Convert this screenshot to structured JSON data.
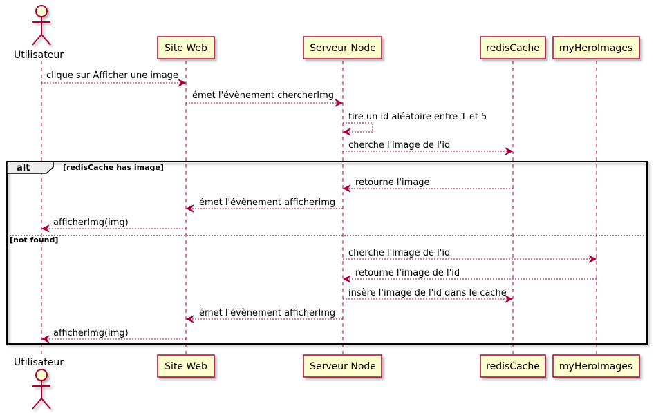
{
  "colors": {
    "line": "#A80036",
    "participant_fill": "#FEFECE",
    "frame": "#000000",
    "text": "#000000"
  },
  "actor": {
    "name": "Utilisateur",
    "icon": "stick-figure-icon"
  },
  "participants": [
    {
      "id": "site",
      "name": "Site Web"
    },
    {
      "id": "node",
      "name": "Serveur Node"
    },
    {
      "id": "redis",
      "name": "redisCache"
    },
    {
      "id": "hero",
      "name": "myHeroImages"
    }
  ],
  "messages": [
    {
      "from": "user",
      "to": "site",
      "label": "clique sur Afficher une image"
    },
    {
      "from": "site",
      "to": "node",
      "label": "émet l'évènement chercherImg"
    },
    {
      "from": "node",
      "to": "node",
      "label": "tire un id aléatoire entre 1 et 5"
    },
    {
      "from": "node",
      "to": "redis",
      "label": "cherche l'image de l'id"
    }
  ],
  "alt": {
    "keyword": "alt",
    "guard": "[redisCache has image]",
    "messages": [
      {
        "from": "redis",
        "to": "node",
        "label": "retourne l'image"
      },
      {
        "from": "node",
        "to": "site",
        "label": "émet l'évènement afficherImg"
      },
      {
        "from": "site",
        "to": "user",
        "label": "afficherImg(img)"
      }
    ],
    "else_guard": "[not found]",
    "else_messages": [
      {
        "from": "node",
        "to": "hero",
        "label": "cherche l'image de l'id"
      },
      {
        "from": "hero",
        "to": "node",
        "label": "retourne l'image de l'id"
      },
      {
        "from": "node",
        "to": "redis",
        "label": "insère l'image de l'id dans le cache"
      },
      {
        "from": "node",
        "to": "site",
        "label": "émet l'évènement afficherImg"
      },
      {
        "from": "site",
        "to": "user",
        "label": "afficherImg(img)"
      }
    ]
  }
}
